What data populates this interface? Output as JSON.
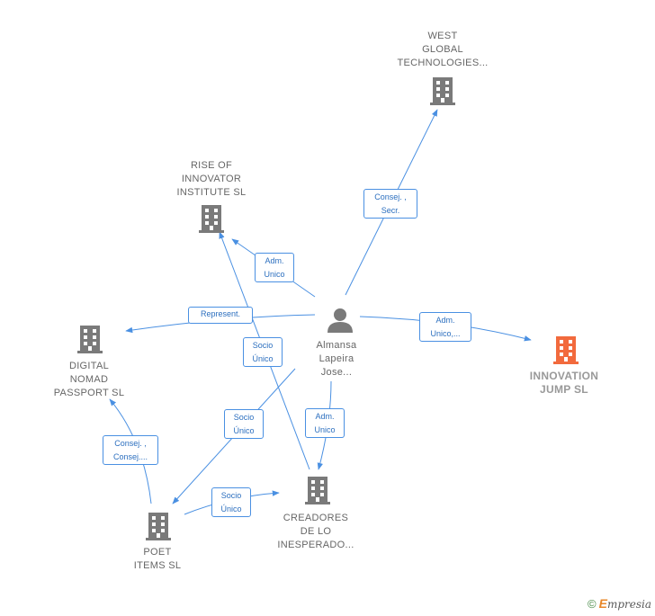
{
  "colors": {
    "edge": "#4a90e2",
    "building": "#7a7a7a",
    "building_highlight": "#f26a3d",
    "person": "#7a7a7a"
  },
  "nodes": {
    "west_global": {
      "label": "WEST\nGLOBAL\nTECHNOLOGIES...",
      "icon": "building-icon"
    },
    "rise_of_innovator": {
      "label": "RISE OF\nINNOVATOR\nINSTITUTE  SL",
      "icon": "building-icon"
    },
    "digital_nomad": {
      "label": "DIGITAL\nNOMAD\nPASSPORT  SL",
      "icon": "building-icon"
    },
    "person": {
      "label": "Almansa\nLapeira\nJose...",
      "icon": "person-icon"
    },
    "innovation_jump": {
      "label": "INNOVATION\nJUMP  SL",
      "icon": "building-icon"
    },
    "creadores": {
      "label": "CREADORES\nDE LO\nINESPERADO...",
      "icon": "building-icon"
    },
    "poet_items": {
      "label": "POET\nITEMS  SL",
      "icon": "building-icon"
    }
  },
  "edges": {
    "to_west": "Consej. ,\nSecr.",
    "to_rise": "Adm.\nUnico",
    "to_digital": "Represent.",
    "to_innovation": "Adm.\nUnico,...",
    "to_creadores": "Adm.\nUnico",
    "poet_to_rise": "Socio\nÚnico",
    "creadores_to_poet": "Socio\nÚnico",
    "poet_to_digital": "Consej. ,\nConsej....",
    "poet_to_creadores": "Socio\nÚnico"
  },
  "footer": {
    "copyright": "©",
    "brand_initial": "E",
    "brand_rest": "mpresia"
  }
}
